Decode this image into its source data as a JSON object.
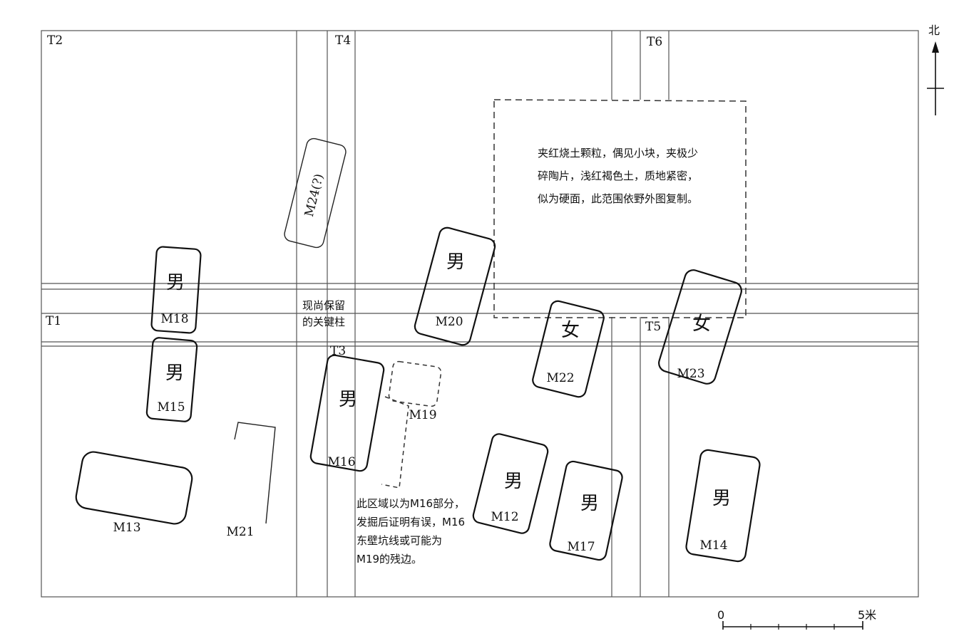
{
  "units": {
    "T1": "T1",
    "T2": "T2",
    "T3": "T3",
    "T4": "T4",
    "T5": "T5",
    "T6": "T6"
  },
  "graves": {
    "M12": {
      "label": "M12",
      "sex": "男"
    },
    "M13": {
      "label": "M13"
    },
    "M14": {
      "label": "M14",
      "sex": "男"
    },
    "M15": {
      "label": "M15",
      "sex": "男"
    },
    "M16": {
      "label": "M16",
      "sex": "男"
    },
    "M17": {
      "label": "M17",
      "sex": "男"
    },
    "M18": {
      "label": "M18",
      "sex": "男"
    },
    "M19": {
      "label": "M19"
    },
    "M20": {
      "label": "M20",
      "sex": "男"
    },
    "M21": {
      "label": "M21"
    },
    "M22": {
      "label": "M22",
      "sex": "女"
    },
    "M23": {
      "label": "M23",
      "sex": "女"
    },
    "M24": {
      "label": "M24(?)"
    }
  },
  "notes": {
    "baulk": [
      "现尚保留",
      "的关键柱"
    ],
    "hard_surface": [
      "夹红烧土颗粒，偶见小块，夹极少",
      "碎陶片，浅红褐色土，质地紧密，",
      "似为硬面，此范围依野外图复制。"
    ],
    "m16_area": [
      "此区域以为M16部分，",
      "发掘后证明有误，M16",
      "东壁坑线或可能为",
      "M19的残边。"
    ]
  },
  "north": "北",
  "scale": {
    "zero": "0",
    "end": "5米"
  }
}
